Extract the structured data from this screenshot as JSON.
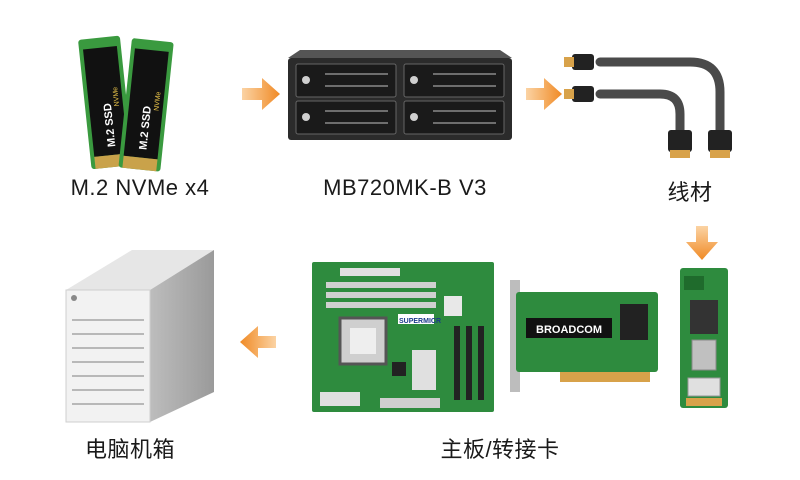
{
  "captions": {
    "ssd": "M.2 NVMe x4",
    "enclosure": "MB720MK-B V3",
    "cable": "线材",
    "pc": "电脑机箱",
    "board": "主板/转接卡"
  },
  "labels": {
    "ssd_text": "M.2 SSD",
    "ssd_sub": "NVMe",
    "broadcom": "BROADCOM",
    "supermicro": "SUPERMICR"
  },
  "colors": {
    "arrow": "#f39a3c",
    "pcb": "#2e8b3e",
    "pcb_dark": "#1f6b2c",
    "enclosure": "#2b2b2b",
    "cable": "#4a4a4a",
    "case": "#d6d6d6"
  }
}
